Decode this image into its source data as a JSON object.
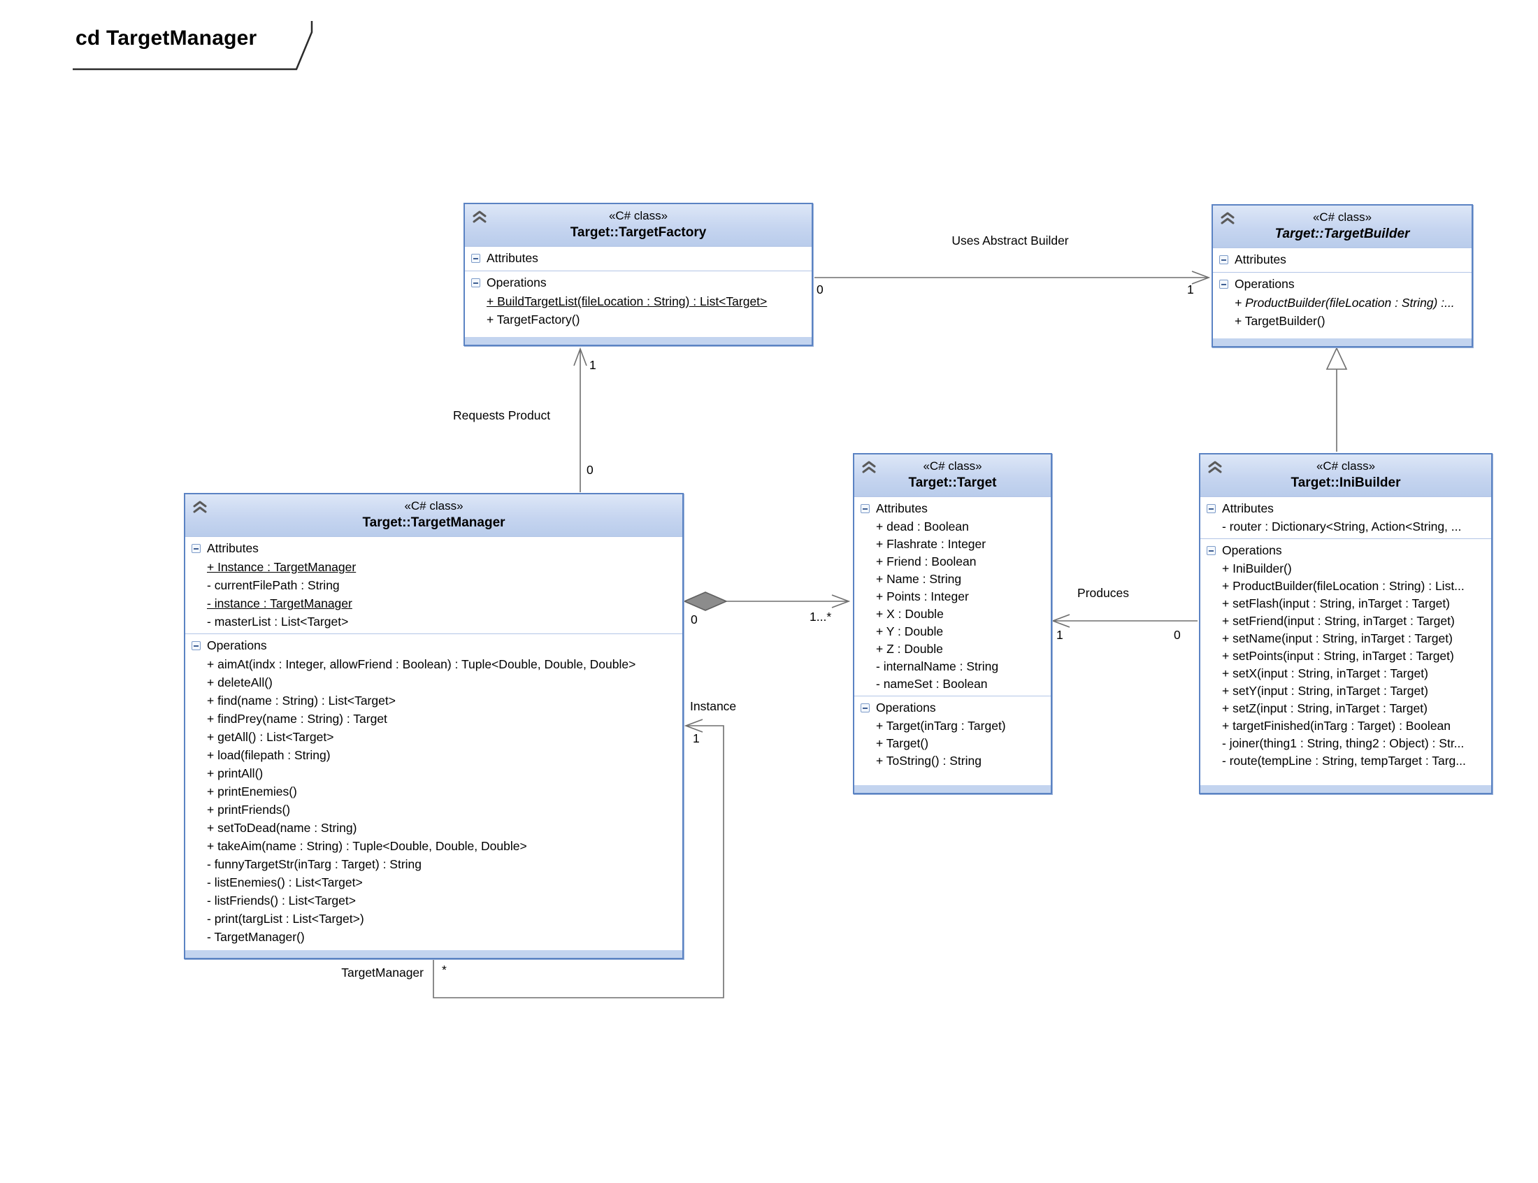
{
  "diagram": {
    "frame_label": "cd TargetManager"
  },
  "labels": {
    "attributes": "Attributes",
    "operations": "Operations"
  },
  "classes": [
    {
      "id": "target-factory",
      "stereotype": "«C# class»",
      "name": "Target::TargetFactory",
      "attributes": [],
      "operations": [
        {
          "text": "+ BuildTargetList(fileLocation : String) : List<Target>",
          "underline": true
        },
        {
          "text": "+ TargetFactory()"
        }
      ]
    },
    {
      "id": "target-builder",
      "stereotype": "«C# class»",
      "name": "Target::TargetBuilder",
      "abstract": true,
      "attributes": [],
      "operations": [
        {
          "text": "+ ProductBuilder(fileLocation : String) :...",
          "italic": true
        },
        {
          "text": "+ TargetBuilder()"
        }
      ]
    },
    {
      "id": "target-manager",
      "stereotype": "«C# class»",
      "name": "Target::TargetManager",
      "attributes": [
        {
          "text": "+ Instance : TargetManager",
          "underline": true
        },
        {
          "text": "- currentFilePath : String"
        },
        {
          "text": "- instance : TargetManager",
          "underline": true
        },
        {
          "text": "- masterList : List<Target>"
        }
      ],
      "operations": [
        {
          "text": "+ aimAt(indx : Integer, allowFriend : Boolean) : Tuple<Double, Double, Double>"
        },
        {
          "text": "+ deleteAll()"
        },
        {
          "text": "+ find(name : String) : List<Target>"
        },
        {
          "text": "+ findPrey(name : String) : Target"
        },
        {
          "text": "+ getAll() : List<Target>"
        },
        {
          "text": "+ load(filepath : String)"
        },
        {
          "text": "+ printAll()"
        },
        {
          "text": "+ printEnemies()"
        },
        {
          "text": "+ printFriends()"
        },
        {
          "text": "+ setToDead(name : String)"
        },
        {
          "text": "+ takeAim(name : String) : Tuple<Double, Double, Double>"
        },
        {
          "text": "- funnyTargetStr(inTarg : Target) : String"
        },
        {
          "text": "- listEnemies() : List<Target>"
        },
        {
          "text": "- listFriends() : List<Target>"
        },
        {
          "text": "- print(targList : List<Target>)"
        },
        {
          "text": "- TargetManager()"
        }
      ]
    },
    {
      "id": "target",
      "stereotype": "«C# class»",
      "name": "Target::Target",
      "attributes": [
        {
          "text": "+ dead : Boolean"
        },
        {
          "text": "+ Flashrate : Integer"
        },
        {
          "text": "+ Friend : Boolean"
        },
        {
          "text": "+ Name : String"
        },
        {
          "text": "+ Points : Integer"
        },
        {
          "text": "+ X : Double"
        },
        {
          "text": "+ Y : Double"
        },
        {
          "text": "+ Z : Double"
        },
        {
          "text": "- internalName : String"
        },
        {
          "text": "- nameSet : Boolean"
        }
      ],
      "operations": [
        {
          "text": "+ Target(inTarg : Target)"
        },
        {
          "text": "+ Target()"
        },
        {
          "text": "+ ToString() : String"
        }
      ]
    },
    {
      "id": "ini-builder",
      "stereotype": "«C# class»",
      "name": "Target::IniBuilder",
      "attributes": [
        {
          "text": "- router : Dictionary<String, Action<String, ..."
        }
      ],
      "operations": [
        {
          "text": "+ IniBuilder()"
        },
        {
          "text": "+ ProductBuilder(fileLocation : String) : List..."
        },
        {
          "text": "+ setFlash(input : String, inTarget : Target)"
        },
        {
          "text": "+ setFriend(input : String, inTarget : Target)"
        },
        {
          "text": "+ setName(input : String, inTarget : Target)"
        },
        {
          "text": "+ setPoints(input : String, inTarget : Target)"
        },
        {
          "text": "+ setX(input : String, inTarget : Target)"
        },
        {
          "text": "+ setY(input : String, inTarget : Target)"
        },
        {
          "text": "+ setZ(input : String, inTarget : Target)"
        },
        {
          "text": "+ targetFinished(inTarg : Target) : Boolean"
        },
        {
          "text": "- joiner(thing1 : String, thing2 : Object) : Str..."
        },
        {
          "text": "- route(tempLine : String, tempTarget : Targ..."
        }
      ]
    }
  ],
  "connectors": {
    "uses_abstract_builder": {
      "label": "Uses Abstract Builder",
      "source_multiplicity": "0",
      "target_multiplicity": "1"
    },
    "requests_product": {
      "label": "Requests Product",
      "source_multiplicity": "0",
      "target_multiplicity": "1"
    },
    "aggregation_masterlist": {
      "source_multiplicity": "0",
      "target_multiplicity": "1...*"
    },
    "produces": {
      "label": "Produces",
      "source_multiplicity": "0",
      "target_multiplicity": "1"
    },
    "instance_self": {
      "label": "Instance",
      "target_multiplicity": "1",
      "role_label": "TargetManager",
      "source_multiplicity": "*"
    }
  }
}
